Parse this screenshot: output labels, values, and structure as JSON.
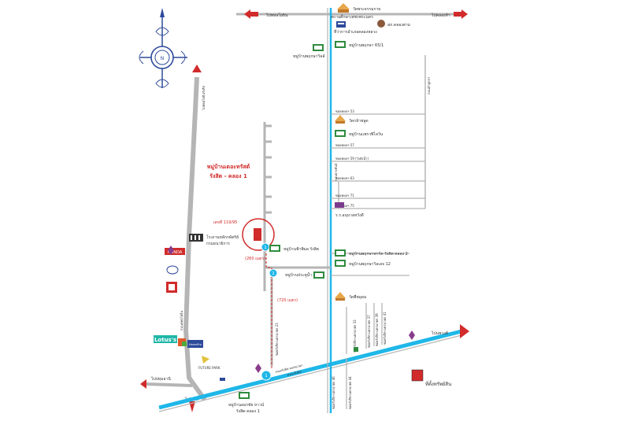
{
  "compass": {
    "north": "N"
  },
  "title": {
    "line1": "หมู่บ้านเดอะทรัสต์",
    "line2": "รังสิต - คลอง 1"
  },
  "address": "เลขที่ 119/95",
  "distances": {
    "d1": "(260 เมตร)",
    "d2": "(720 เมตร)"
  },
  "route_markers": {
    "r1": "1",
    "r2": "2"
  },
  "arrows": {
    "top_left": "ไปพหลโยธิน",
    "top_right": "ไปคลองห้า",
    "bottom_left": "ไปปทุมธานี",
    "bottom_left2": "ไปรังสิต",
    "right": "ไปนพวงศ์"
  },
  "roads": {
    "phahonyothin": "ถนนพหลโยธิน",
    "phahonyothin_v": "ไปพหลโยธินรังสิต",
    "rangsit_nakhon_nayok": "ถนนรังสิต-นครนายก",
    "klong": "คลองรังสิต",
    "klong_v": "ถนนบางขันธ์",
    "canal_east": "ถนนลำลูกกา",
    "soi_phahon": "ซอยรังสิต-นครนายก 23",
    "phahon_v": "ซอยรังสิต-นครนายก 41",
    "soi33": "ซอยรังสิต-นครนายก 33",
    "soi37": "ซอยรังสิต-นครนายก 37",
    "soi39": "ซอยรังสิต-นครนายก 39",
    "soi44": "ซอยรังสิต-นครนายก 44",
    "soi46": "ซอยรังสิต-นครนายก 46"
  },
  "landmarks": {
    "temple_top": "วัดพระธรรมกาย",
    "pathum_school": "สถานศึกษาเพชรพระนคร",
    "police": "สภ.คลองสาม",
    "district_office": "ที่ว่าการอำเภอคลองหลวง",
    "v_pattana": "หมู่บ้านพฤกษาวิลล์",
    "v_pruksa": "หมู่บ้านพฤกษา 65/1",
    "temple_mid": "วัดกล้าชลูด",
    "v_chaiya": "หมู่บ้านแพรวพิไลวัน",
    "soi_a": "ซอยพหลฯ 53",
    "soi_b": "ซอยพหลฯ 57",
    "soi_c": "ซอยพหลฯ 59 (วังตั่งน้ำ)",
    "soi_d": "ซอยพหลฯ 63",
    "soi_e": "ซอยพหลฯ 71",
    "soi_f": "ซอยพหลฯ 75",
    "school": "ร.ร.อนุบาลหวังดี",
    "factory": "โรงงานหลักกษัตริย์",
    "factory2": "กรมธนาธิการ",
    "honda": "HONDA",
    "v_near": "หมู่บ้านฟ้าพิมล รังสิต",
    "v_near2": "หมู่บ้านประตูน้ำ",
    "v_klong2": "หมู่บ้านพฤกษาพาร์ค รังสิต คลอง 2",
    "v_pruksa12": "หมู่บ้านพฤกษาวิลเลจ 12",
    "temple_bot": "วัดพืชอุดม",
    "lotus": "Lotus's",
    "homepro": "HomePro",
    "future": "FUTURE PARK",
    "v_bottom1": "หมู่บ้านอมรชัย หาวน์",
    "v_bottom2": "รังสิต-คลอง 1"
  },
  "legend": {
    "label": "ที่ตั้งทรัพย์สิน"
  },
  "colors": {
    "road": "#b5b5b5",
    "canal": "#1fb7e8",
    "accent": "#d12b2b",
    "compass": "#2d4a9b"
  }
}
